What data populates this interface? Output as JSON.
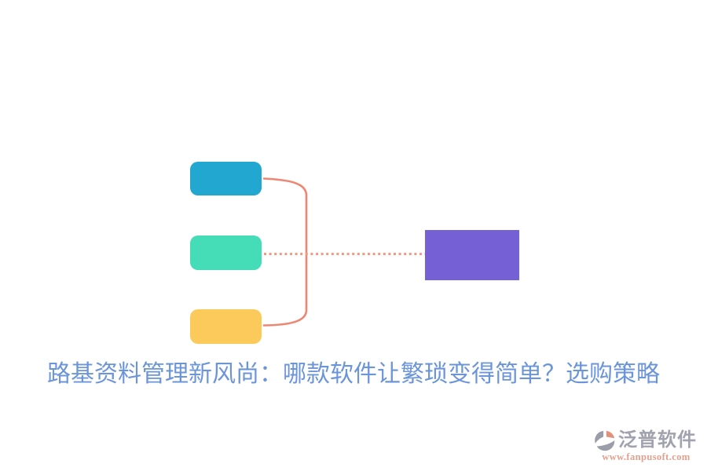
{
  "title": {
    "text": "路基资料管理新风尚：哪款软件让繁琐变得简单？选购策略",
    "color": "#6B95D9"
  },
  "diagram": {
    "left_nodes": [
      {
        "name": "node-top",
        "color": "#21A7D0"
      },
      {
        "name": "node-middle",
        "color": "#45DCB8"
      },
      {
        "name": "node-bottom",
        "color": "#FCCA5A"
      }
    ],
    "right_node": {
      "name": "node-right",
      "color": "#7561D5"
    },
    "bracket_color": "#EE8672",
    "dotted_color": "#F29B84"
  },
  "watermark": {
    "brand": "泛普软件",
    "brand_color": "#A0A2AE",
    "url": "www.fanpusoft.com",
    "url_color": "#E2A18F",
    "logo_grey": "#9B9DA9",
    "logo_accent": "#E2907B"
  }
}
